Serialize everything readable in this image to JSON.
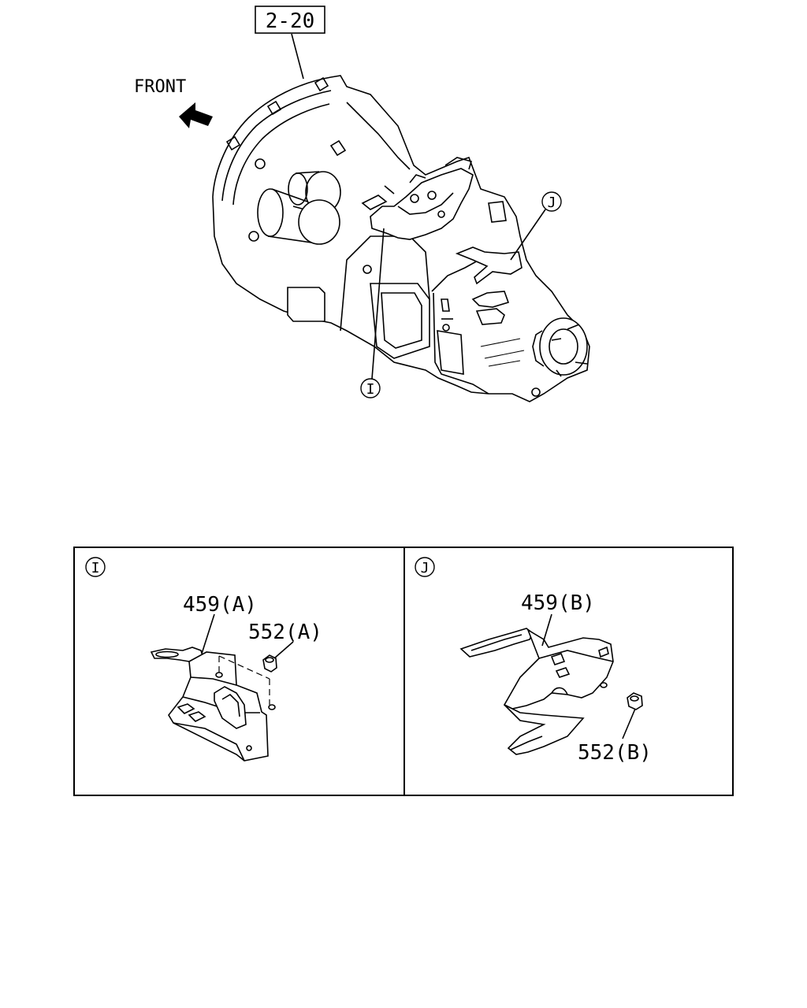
{
  "main_drawing": {
    "reference_box": "2-20",
    "front_label": "FRONT",
    "callout_i": "I",
    "callout_j": "J"
  },
  "detail_i": {
    "marker": "I",
    "part_bracket": "459(A)",
    "part_nut": "552(A)"
  },
  "detail_j": {
    "marker": "J",
    "part_bracket": "459(B)",
    "part_nut": "552(B)"
  },
  "colors": {
    "line": "#000000",
    "background": "#ffffff"
  }
}
